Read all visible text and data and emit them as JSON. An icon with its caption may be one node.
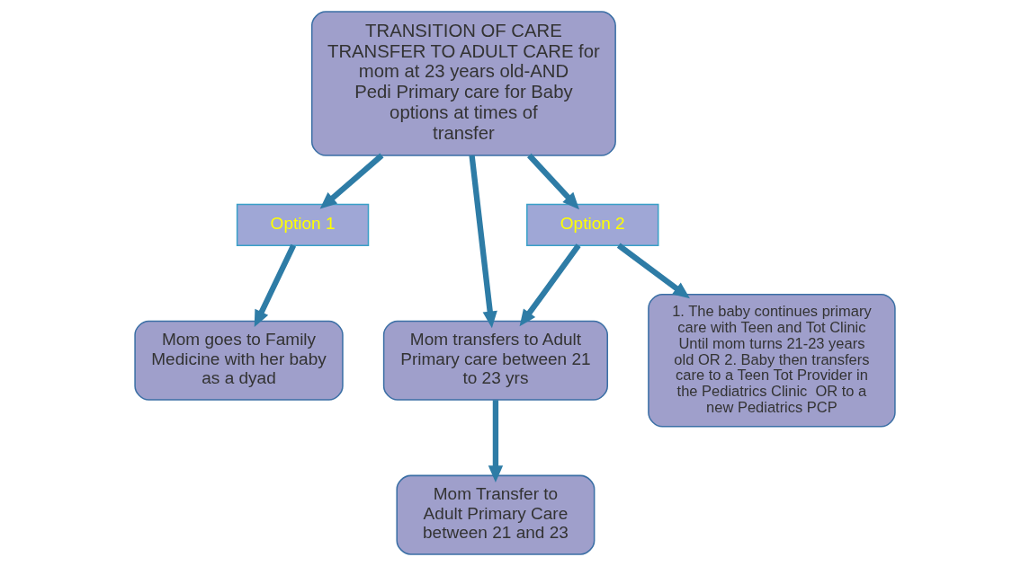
{
  "diagram": {
    "nodes": [
      {
        "text": [
          "TRANSITION OF CARE TRANSFER TO ADULT CARE for mom at 23 years old-AND  Pedi Primary care for Baby options at times of transfer"
        ]
      },
      {
        "text": [
          "Option 1"
        ]
      },
      {
        "text": [
          "Option 2"
        ]
      },
      {
        "text": [
          "Mom goes to Family Medicine with her baby as a dyad"
        ]
      },
      {
        "text": [
          "Mom transfers to Adult Primary care between 21 to 23 yrs"
        ]
      },
      {
        "text": [
          "1. The baby continues primary care with Teen and Tot Clinic Until mom turns 21-23 years old OR 2. Baby then transfers care to a Teen Tot Provider in the Pediatrics Clinic  OR to a new Pediatrics PCP"
        ]
      },
      {
        "text": [
          "Mom Transfer to Adult Primary Care between 21 and 23"
        ]
      }
    ],
    "edges": [
      {
        "from": 0,
        "to": 1,
        "arrow": "to"
      },
      {
        "from": 0,
        "to": 2,
        "arrow": "to"
      },
      {
        "from": 0,
        "to": 4,
        "arrow": "to"
      },
      {
        "from": 1,
        "to": 3,
        "arrow": "to"
      },
      {
        "from": 2,
        "to": 4,
        "arrow": "to"
      },
      {
        "from": 2,
        "to": 5,
        "arrow": "to"
      },
      {
        "from": 4,
        "to": 6,
        "arrow": "to"
      }
    ]
  }
}
